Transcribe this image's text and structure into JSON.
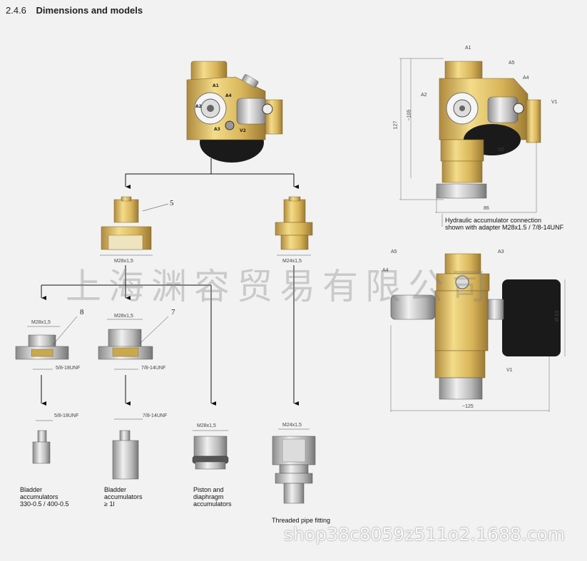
{
  "header": {
    "section_number": "2.4.6",
    "title": "Dimensions and models"
  },
  "callouts": {
    "c5": "5",
    "c8": "8",
    "c7": "7"
  },
  "dimensions": {
    "m28_top": "M28x1,5",
    "m24_top": "M24x1,5",
    "m28_left": "M28x1,5",
    "m28_mid": "M28x1,5",
    "unf_left": "5/8-18UNF",
    "unf_mid": "7/8-14UNF",
    "unf_bottom_left": "5/8-18UNF",
    "unf_bottom_mid": "7/8-14UNF",
    "m28_bottom": "M28x1,5",
    "m24_bottom": "M24x1,5",
    "d127": "127",
    "d105": "~105",
    "d86": "86",
    "d63": "Ø 63",
    "d125": "~125"
  },
  "right_labels": {
    "a1": "A1",
    "a2": "A2",
    "a3": "A3",
    "a4": "A4",
    "a5": "A5",
    "v1": "V1",
    "v2": "V2"
  },
  "note": {
    "line1": "Hydraulic accumulator connection",
    "line2": "shown with adapter M28x1.5 / 7/8-14UNF"
  },
  "models": {
    "m1": {
      "line1": "Bladder",
      "line2": "accumulators",
      "line3": "330-0.5 / 400-0.5"
    },
    "m2": {
      "line1": "Bladder",
      "line2": "accumulators",
      "line3": "≥ 1l"
    },
    "m3": {
      "line1": "Piston and",
      "line2": "diaphragm",
      "line3": "accumulators"
    },
    "m4": {
      "line1": "Threaded pipe fitting"
    }
  },
  "watermark": {
    "chinese": "上海渊容贸易有限公司",
    "shop": "shop38c8059z511o2.1688.com"
  },
  "colors": {
    "brass": "#d9b55a",
    "brass_dark": "#a8823a",
    "steel": "#c8c8c8",
    "black": "#1a1a1a"
  }
}
